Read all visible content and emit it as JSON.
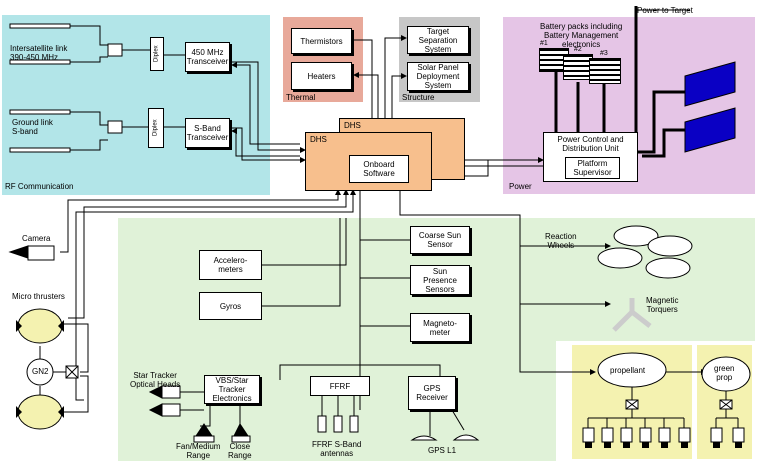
{
  "zones": {
    "rf": "RF Communication",
    "thermal": "Thermal",
    "structure": "Structure",
    "power": "Power"
  },
  "rf": {
    "intersatellite_link": "Intersatellite link\n390-450 MHz",
    "ground_link": "Ground link\nS-band",
    "diplex_1": "Diplex",
    "diplex_2": "Diplex",
    "transceiver_450": "450 MHz\nTransceiver",
    "transceiver_sband": "S-Band\nTransceiver"
  },
  "thermal": {
    "thermistors": "Thermistors",
    "heaters": "Heaters"
  },
  "structure": {
    "target_separation": "Target\nSeparation\nSystem",
    "solar_panel": "Solar Panel\nDeployment\nSystem"
  },
  "power": {
    "power_to_target": "Power to Target",
    "battery_packs": "Battery packs including\nBattery Management\nelectronics",
    "battery_1": "#1",
    "battery_2": "#2",
    "battery_3": "#3",
    "pcdu": "Power Control and\nDistribution Unit",
    "platform_supervisor": "Platform\nSupervisor"
  },
  "dhs": {
    "back_label": "DHS",
    "front_label": "DHS",
    "onboard_software": "Onboard\nSoftware"
  },
  "sensors": {
    "camera": "Camera",
    "micro_thrusters": "Micro thrusters",
    "gn2": "GN2",
    "accelerometers": "Accelero-\nmeters",
    "gyros": "Gyros",
    "coarse_sun": "Coarse Sun\nSensor",
    "sun_presence": "Sun\nPresence\nSensors",
    "magnetometer": "Magneto-\nmeter",
    "star_tracker_heads": "Star Tracker\nOptical Heads",
    "vbs_star_tracker": "VBS/Star\nTracker\nElectronics",
    "fan_medium_range": "Fan/Medium\nRange",
    "close_range": "Close\nRange",
    "ffrf": "FFRF",
    "ffrf_antennas": "FFRF S-Band\nantennas",
    "gps_receiver": "GPS\nReceiver",
    "gps_l1": "GPS L1"
  },
  "actuators": {
    "reaction_wheels": "Reaction\nWheels",
    "magnetic_torquers": "Magnetic\nTorquers",
    "propellant": "propellant",
    "green_prop": "green\nprop"
  },
  "colors": {
    "rf": "#b2e5e8",
    "thermal": "#e8a99a",
    "structure": "#c7c7c7",
    "power": "#e5c5e6",
    "aocs": "#e0f2d8",
    "propulsion": "#f4f2b0",
    "dhs": "#f7bf8d",
    "solar": "#0a00c4"
  }
}
